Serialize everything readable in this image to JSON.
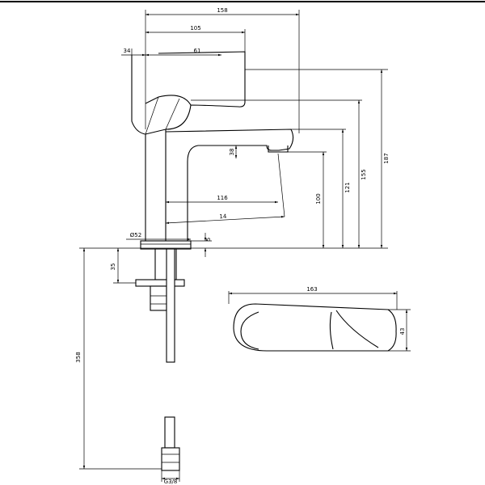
{
  "dimensions": {
    "overall_width": "158",
    "spout_reach": "105",
    "handle_offset": "34",
    "handle_length": "61",
    "overall_height": "187",
    "handle_height": "155",
    "spout_top_height": "121",
    "outlet_height": "100",
    "outlet_diameter": "38",
    "spout_projection": "116",
    "spout_inner": "14",
    "base_diameter": "Ø52",
    "base_thickness": "5",
    "mount_depth": "35",
    "hose_length": "358",
    "top_view_length": "163",
    "top_view_width": "43",
    "connection_thread": "G3/8"
  }
}
